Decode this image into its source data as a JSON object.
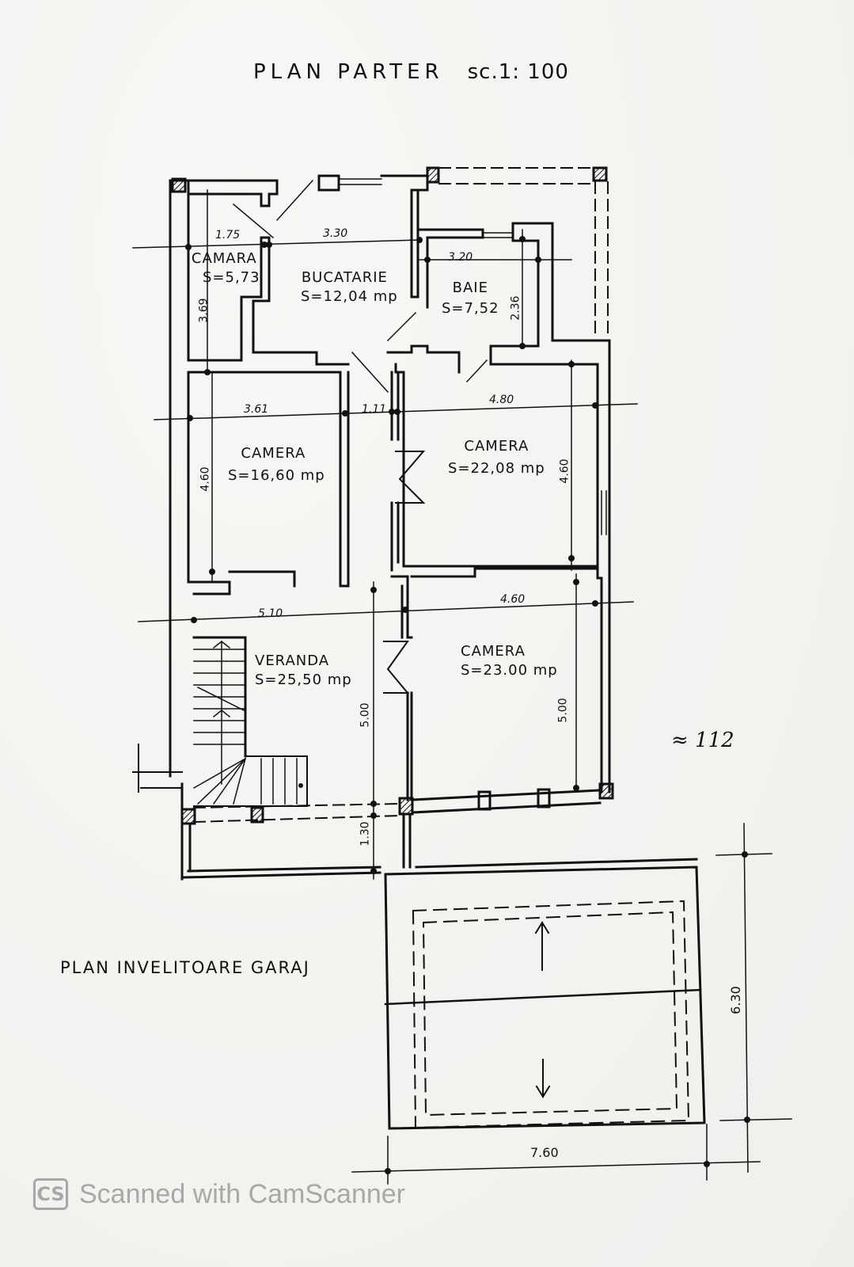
{
  "title": {
    "main": "PLAN  PARTER",
    "scale": "sc.1: 100"
  },
  "rooms": [
    {
      "name": "CAMARA",
      "area": "S=5,73",
      "width": "1.75",
      "depth": "3.69"
    },
    {
      "name": "BUCATARIE",
      "area": "S=12,04 mp",
      "width": "3.30"
    },
    {
      "name": "BAIE",
      "area": "S=7,52",
      "width": "3.20",
      "depth": "2.36"
    },
    {
      "name": "CAMERA",
      "area": "S=16,60 mp",
      "width": "3.61",
      "depth": "4.60"
    },
    {
      "name": "CAMERA",
      "area": "S=22,08 mp",
      "width": "4.80",
      "depth": "4.60"
    },
    {
      "name": "VERANDA",
      "area": "S=25,50 mp",
      "width": "5.10",
      "depth": "5.00"
    },
    {
      "name": "CAMERA",
      "area": "S=23.00 mp",
      "width": "4.60",
      "depth": "5.00"
    }
  ],
  "dimensions": {
    "hall_width": "1.11",
    "porch_depth": "1.30"
  },
  "annotation": {
    "total_area_note": "≈ 112"
  },
  "garage": {
    "title": "PLAN INVELITOARE GARAJ",
    "width": "7.60",
    "depth": "6.30"
  },
  "watermark": {
    "logo": "CS",
    "text": "Scanned with CamScanner"
  }
}
